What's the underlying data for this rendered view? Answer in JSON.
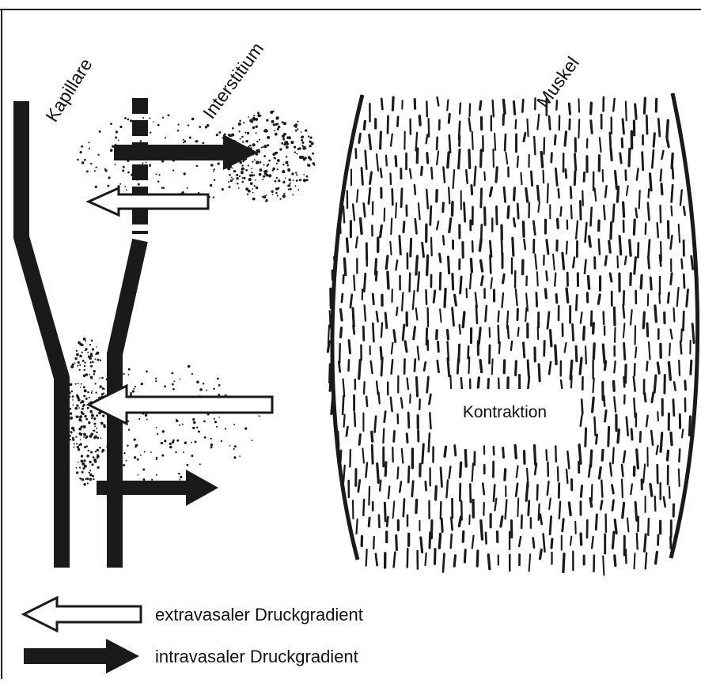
{
  "labels": {
    "kapillare": "Kapillare",
    "interstitium": "Interstitium",
    "muskel": "Muskel",
    "kontraktion": "Kontraktion"
  },
  "legend": {
    "extravasal": "extravasaler Druckgradient",
    "intravasal": "intravasaler Druckgradient"
  },
  "colors": {
    "ink": "#1a1a1a",
    "background": "#ffffff"
  }
}
